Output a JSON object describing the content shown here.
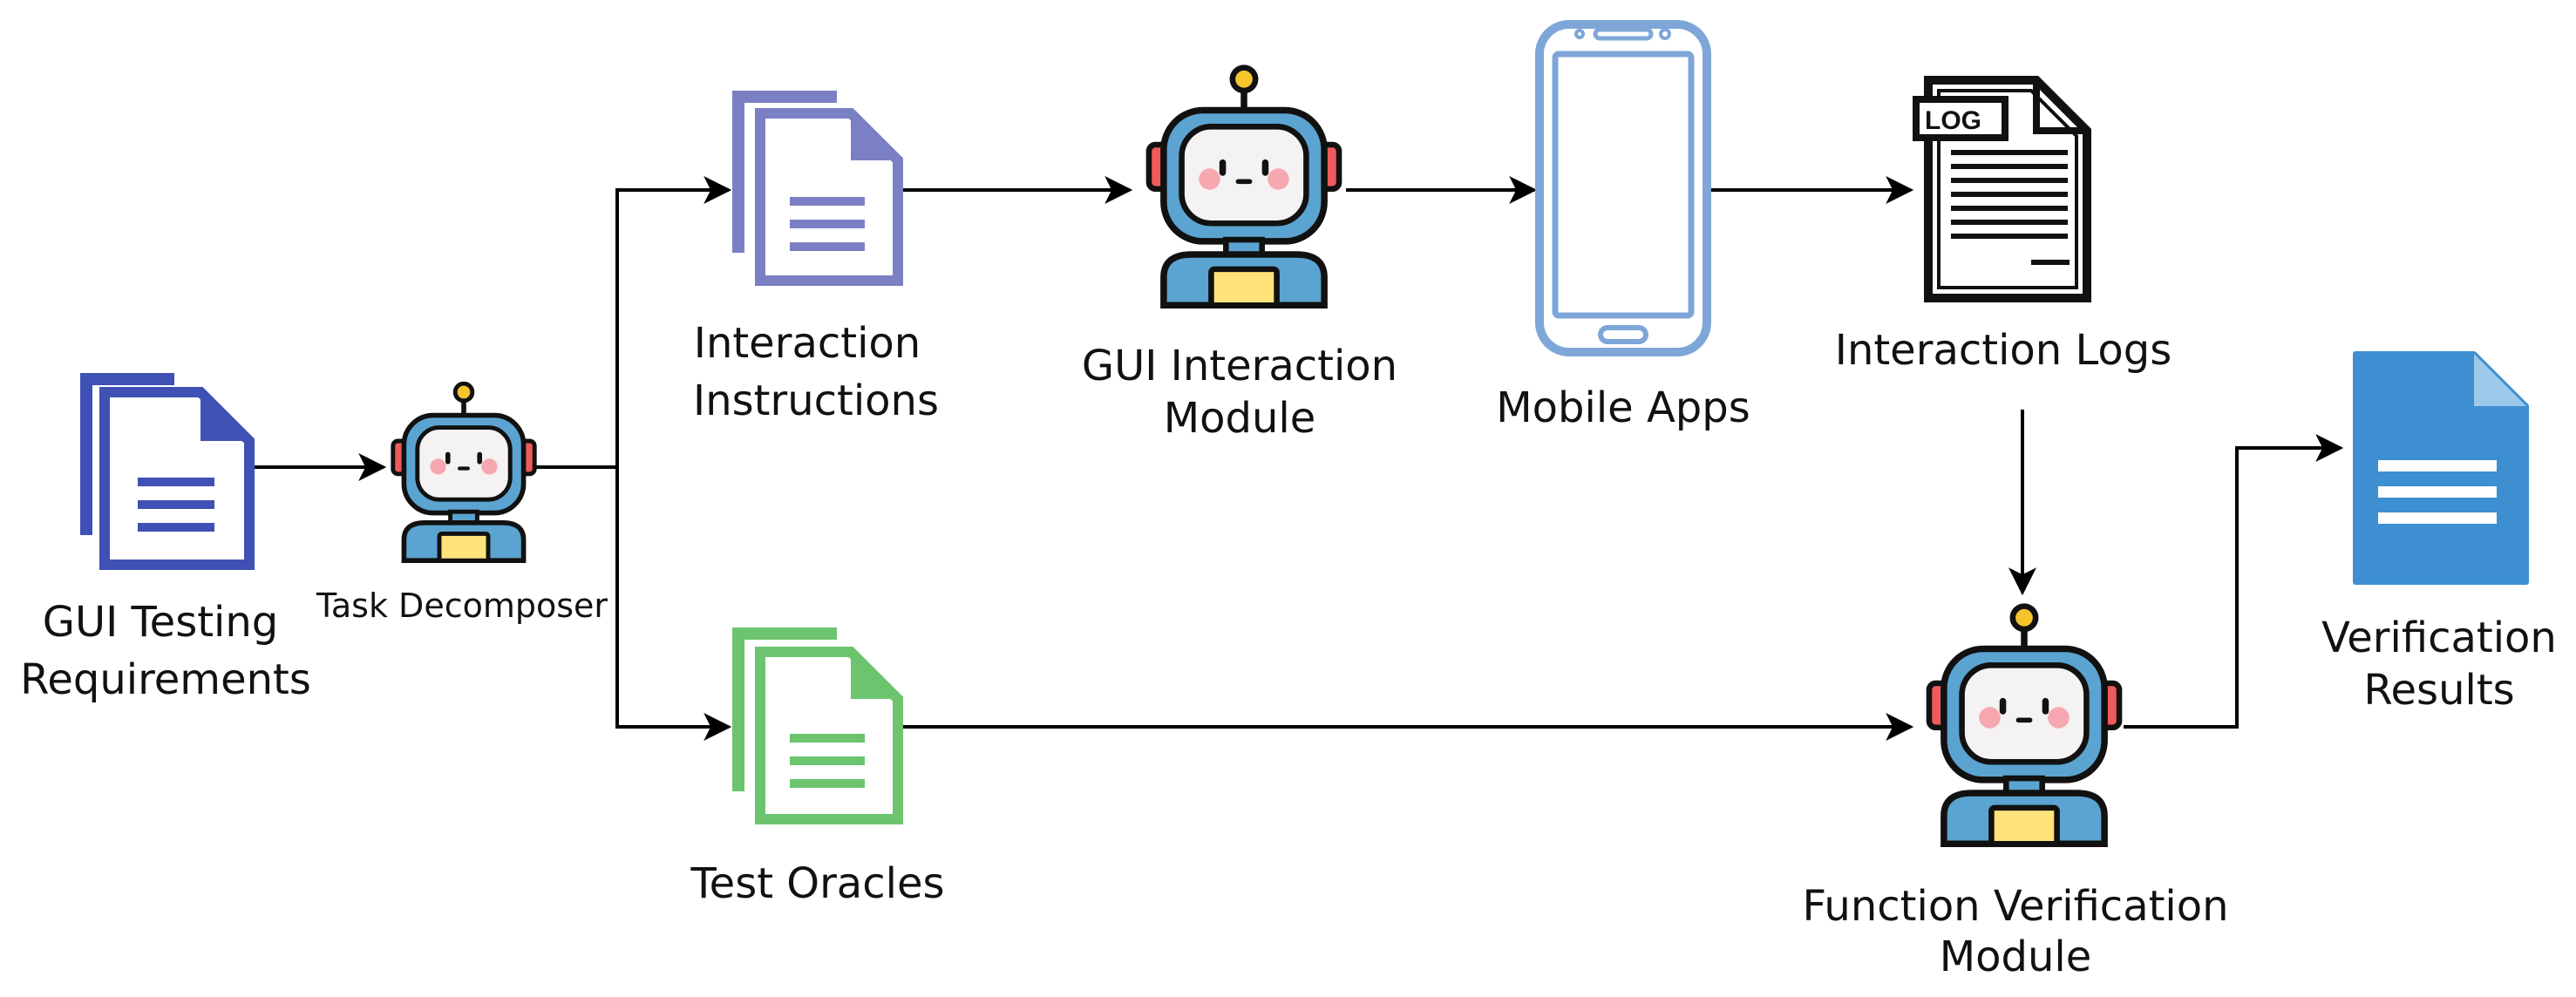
{
  "nodes": {
    "requirements": {
      "line1": "GUI Testing",
      "line2": "Requirements"
    },
    "decomposer": {
      "label": "Task Decomposer"
    },
    "instructions": {
      "line1": "Interaction",
      "line2": "Instructions"
    },
    "gui_module": {
      "line1": "GUI Interaction",
      "line2": "Module"
    },
    "apps": {
      "label": "Mobile Apps"
    },
    "logs": {
      "label": "Interaction Logs",
      "badge": "LOG"
    },
    "oracles": {
      "label": "Test Oracles"
    },
    "verify_module": {
      "line1": "Function Verification",
      "line2": "Module"
    },
    "results": {
      "line1": "Verification",
      "line2": "Results"
    }
  },
  "colors": {
    "req_doc": "#3f51b5",
    "instr_doc": "#7b80c4",
    "oracle_doc": "#6cc46f",
    "result_doc": "#3d8fd1",
    "phone_border": "#7ea6d8",
    "robot_body": "#5ba3d0",
    "robot_ear": "#ef5a5a",
    "robot_chest": "#ffe27a",
    "antenna": "#f4c42c"
  },
  "icons": [
    "document-stack-icon",
    "robot-icon",
    "smartphone-icon",
    "log-file-icon",
    "document-icon"
  ]
}
